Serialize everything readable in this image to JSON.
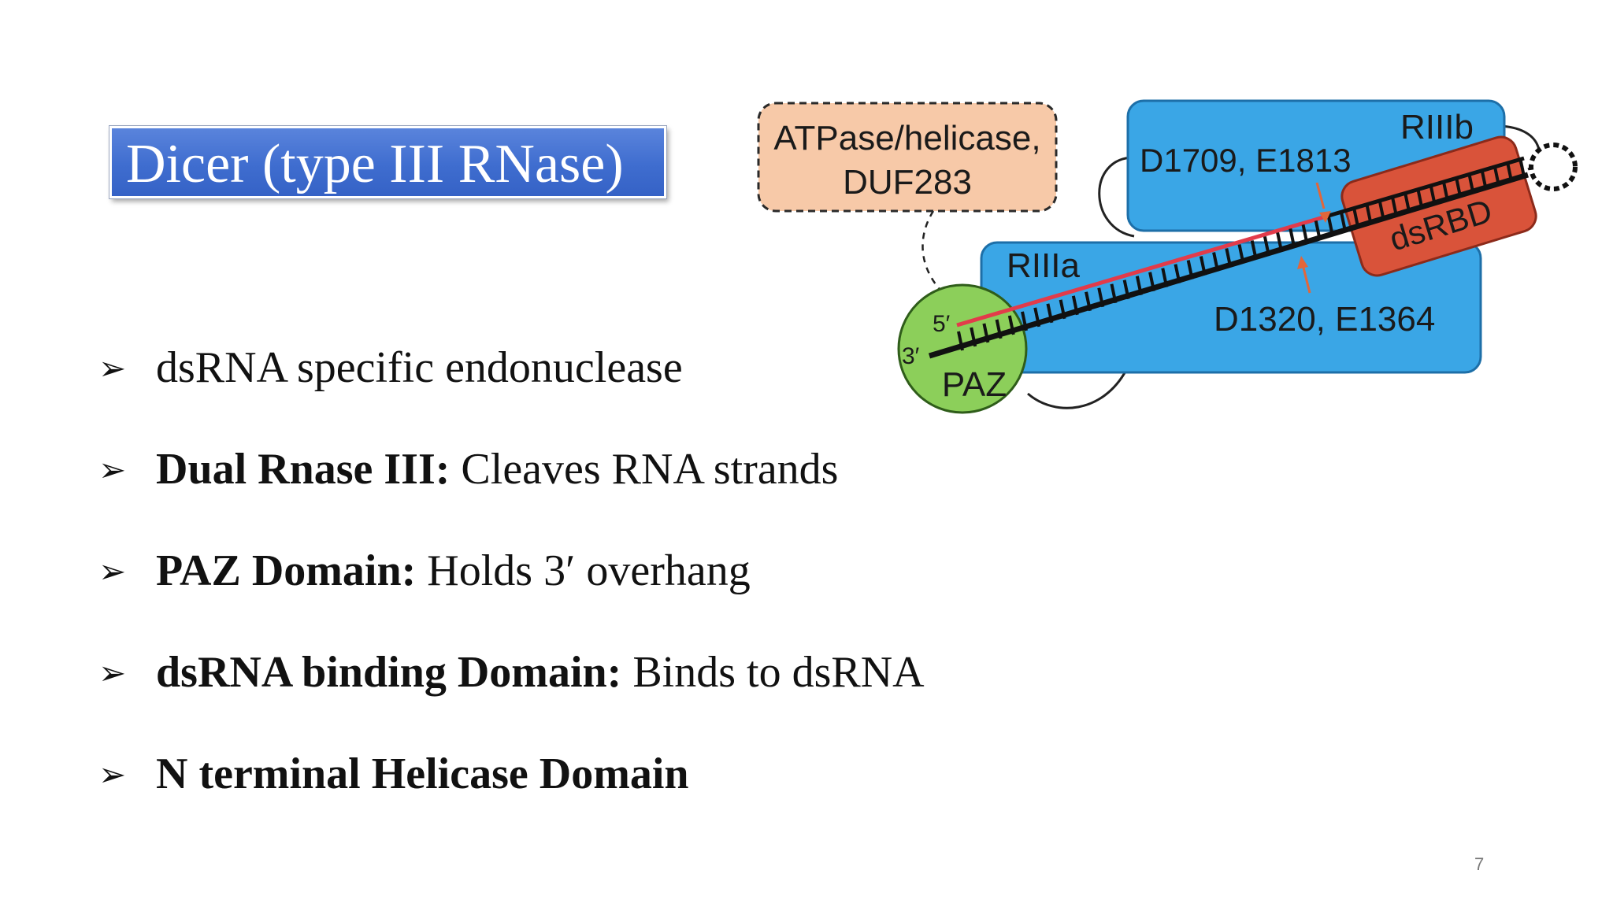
{
  "slide": {
    "title": "Dicer (type III RNase)",
    "page_number": "7",
    "bullets": [
      {
        "bold": "",
        "text": "dsRNA specific endonuclease"
      },
      {
        "bold": "Dual Rnase III:",
        "text": "Cleaves RNA strands"
      },
      {
        "bold": "PAZ Domain:",
        "text": "Holds 3′ overhang"
      },
      {
        "bold": "dsRNA binding Domain:",
        "text": "Binds to dsRNA"
      },
      {
        "bold": "N terminal Helicase Domain",
        "text": ""
      }
    ]
  },
  "diagram": {
    "atpase_label_line1": "ATPase/helicase,",
    "atpase_label_line2": "DUF283",
    "riiib_label": "RIIIb",
    "riiia_label": "RIIIa",
    "riiib_residues": "D1709, E1813",
    "riiia_residues": "D1320, E1364",
    "dsrbd_label": "dsRBD",
    "paz_label": "PAZ",
    "five_prime": "5′",
    "three_prime": "3′",
    "colors": {
      "atpase_fill": "#f7c9a8",
      "rnase_fill": "#3aa6e6",
      "dsrbd_fill": "#d9533a",
      "paz_fill": "#8ccf5a",
      "rna_top_strand": "#e23b4a",
      "arrow": "#e2663a",
      "title_bg": "#4472c4"
    }
  }
}
